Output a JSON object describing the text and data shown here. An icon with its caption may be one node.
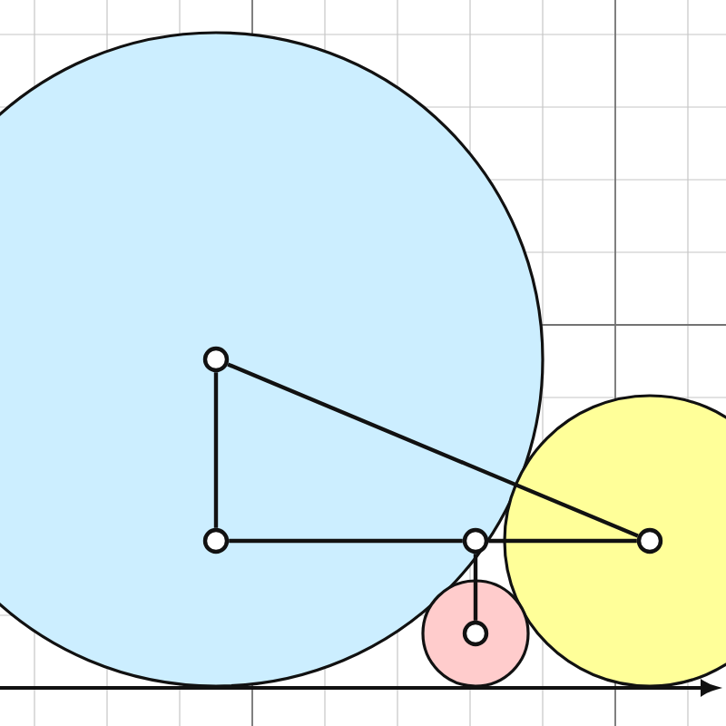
{
  "diagram": {
    "nodes": [
      {
        "text": [],
        "shape": "circle"
      },
      {
        "text": [],
        "shape": "circle",
        "in": 0
      },
      {
        "text": [],
        "shape": "circle",
        "in": 0
      },
      {
        "text": [],
        "shape": "circle",
        "in": 0
      },
      {
        "text": [],
        "shape": "circle"
      },
      {
        "text": [],
        "shape": "circle",
        "in": 4
      },
      {
        "text": [],
        "shape": "circle"
      },
      {
        "text": [],
        "shape": "circle",
        "in": 6
      }
    ],
    "edges": [
      {
        "from": 1,
        "to": 2,
        "arrow": "none"
      },
      {
        "from": 2,
        "to": 3,
        "arrow": "none"
      },
      {
        "from": 3,
        "to": 5,
        "arrow": "none"
      },
      {
        "from": 1,
        "to": 5,
        "arrow": "none"
      },
      {
        "from": 3,
        "to": 7,
        "arrow": "none"
      }
    ]
  }
}
